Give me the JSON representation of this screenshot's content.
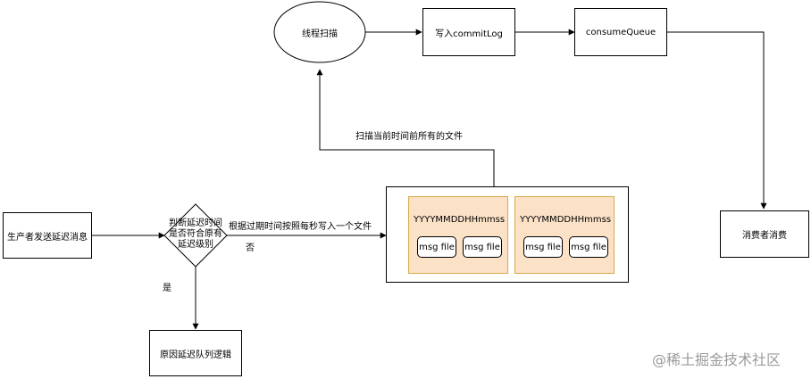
{
  "nodes": {
    "producer": "生产者发送延迟消息",
    "decision": "判断延迟时间是否符合原有延迟级别",
    "original_logic": "原因延迟队列逻辑",
    "thread_scan": "线程扫描",
    "write_commitlog": "写入commitLog",
    "consume_queue": "consumeQueue",
    "consumer": "消费者消费"
  },
  "storage": {
    "groups": [
      {
        "title": "YYYYMMDDHHmmss",
        "files": [
          "msg file",
          "msg file"
        ]
      },
      {
        "title": "YYYYMMDDHHmmss",
        "files": [
          "msg file",
          "msg file"
        ]
      }
    ]
  },
  "edges": {
    "yes": "是",
    "no": "否",
    "write_per_second": "根据过期时间按照每秒写入一个文件",
    "scan_all_files": "扫描当前时间前所有的文件"
  },
  "watermark": "@稀土掘金技术社区"
}
